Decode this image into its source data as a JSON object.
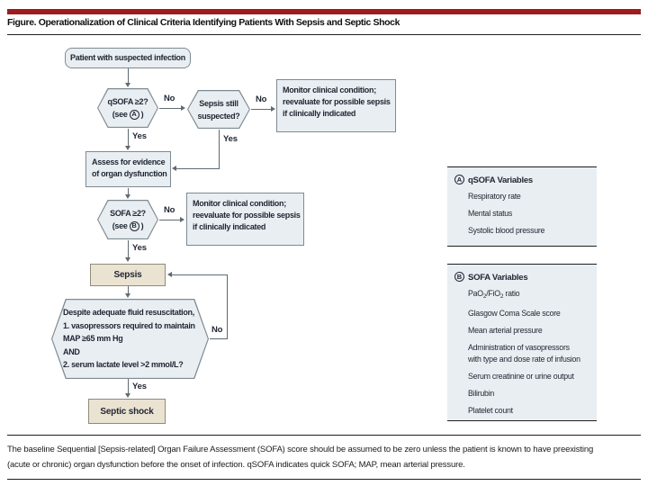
{
  "colors": {
    "accent": "#9E1B1E",
    "node_fill": "#E9EEF2",
    "node_border": "#7E8A92",
    "outcome_fill": "#EBE3D1",
    "outcome_border": "#8F8A7C",
    "panel_fill": "#E9EEF2",
    "text": "#1F2633",
    "line": "#5F6A72",
    "rule": "#1F1F1F"
  },
  "title": "Figure. Operationalization of Clinical Criteria Identifying Patients With Sepsis and Septic Shock",
  "flow": {
    "labels": {
      "yes": "Yes",
      "no": "No"
    },
    "start": "Patient with suspected infection",
    "qsofa": {
      "line1": "qSOFA ≥2?",
      "see_prefix": "(see",
      "ref": "A",
      "see_suffix": ")"
    },
    "sepsis_still": {
      "line1": "Sepsis still",
      "line2": "suspected?"
    },
    "monitor1": {
      "line1": "Monitor clinical condition;",
      "line2": "reevaluate for possible sepsis",
      "line3": "if clinically indicated"
    },
    "assess": {
      "line1": "Assess for evidence",
      "line2": "of organ dysfunction"
    },
    "sofa": {
      "line1": "SOFA ≥2?",
      "see_prefix": "(see",
      "ref": "B",
      "see_suffix": ")"
    },
    "monitor2": {
      "line1": "Monitor clinical condition;",
      "line2": "reevaluate for possible sepsis",
      "line3": "if clinically indicated"
    },
    "sepsis": "Sepsis",
    "shock_criteria": {
      "line1": "Despite adequate fluid resuscitation,",
      "line2": "1. vasopressors required to maintain",
      "line3": "MAP ≥65 mm Hg",
      "line4": "AND",
      "line5": "2. serum lactate level >2 mmol/L?"
    },
    "septic_shock": "Septic shock"
  },
  "panels": {
    "a": {
      "ref": "A",
      "heading": "qSOFA Variables",
      "items": [
        "Respiratory rate",
        "Mental status",
        "Systolic blood pressure"
      ]
    },
    "b": {
      "ref": "B",
      "heading": "SOFA Variables",
      "pao2": {
        "p1": "PaO",
        "s1": "2",
        "p2": "/FiO",
        "s2": "2",
        "p3": " ratio"
      },
      "item_gcs": "Glasgow Coma Scale score",
      "item_map": "Mean arterial pressure",
      "item_vaso_l1": "Administration of vasopressors",
      "item_vaso_l2": "with type and dose rate of infusion",
      "item_creat": "Serum creatinine or urine output",
      "item_bili": "Bilirubin",
      "item_plate": "Platelet count"
    }
  },
  "footnote": {
    "line1": "The baseline Sequential [Sepsis-related] Organ Failure Assessment (SOFA) score should be assumed to be zero unless the patient is known to have preexisting",
    "line2": "(acute or chronic) organ dysfunction before the onset of infection. qSOFA indicates quick SOFA; MAP, mean arterial pressure."
  }
}
